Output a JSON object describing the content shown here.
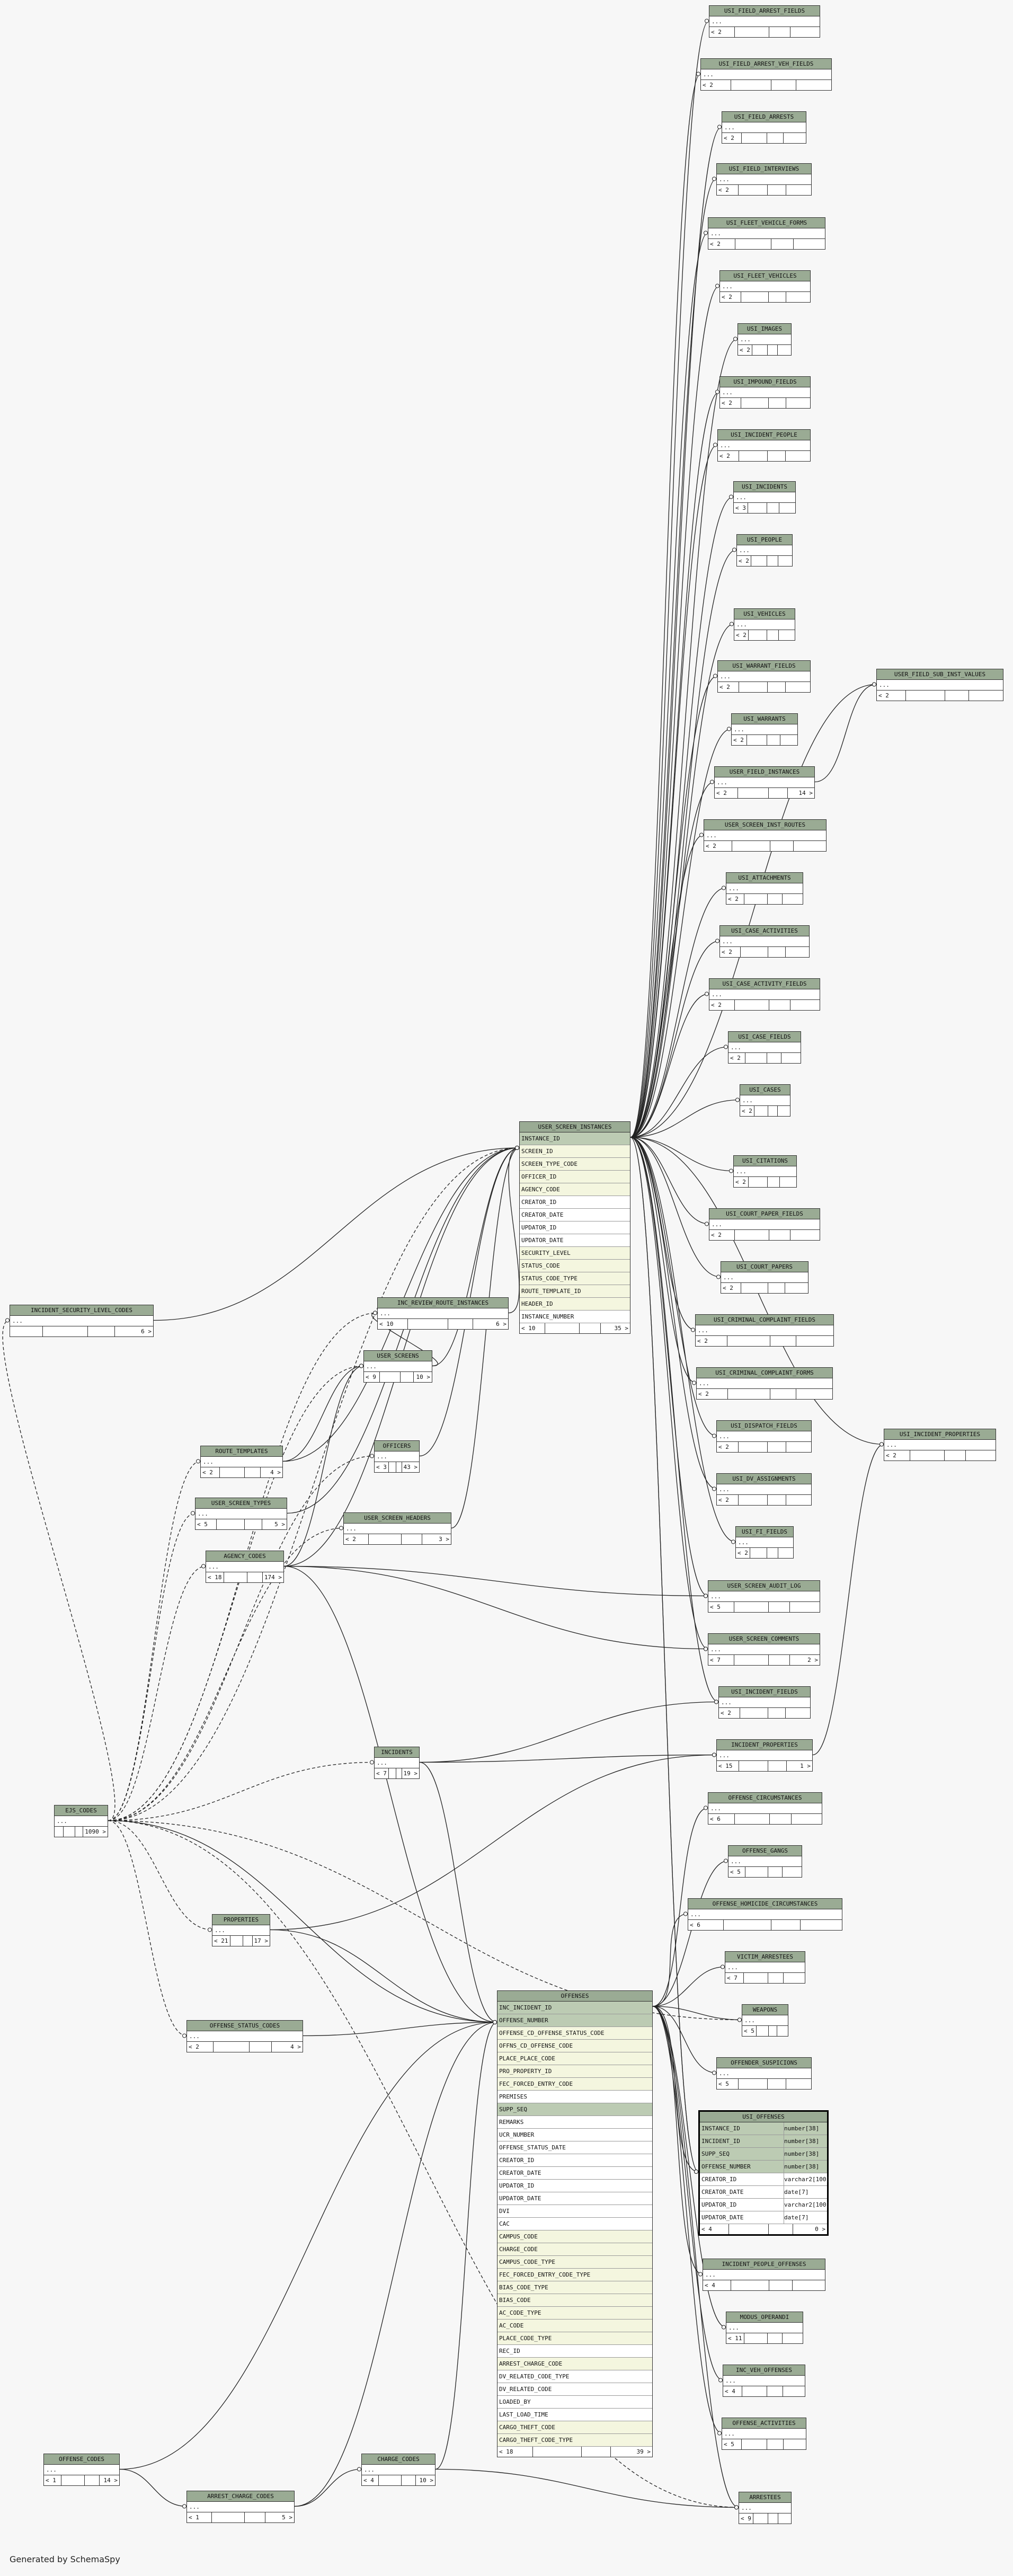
{
  "footer": "Generated by SchemaSpy",
  "focus_table": {
    "name": "USI_OFFENSES",
    "columns": [
      {
        "name": "INSTANCE_ID",
        "type": "number[38]",
        "kind": "pk"
      },
      {
        "name": "INCIDENT_ID",
        "type": "number[38]",
        "kind": "pk"
      },
      {
        "name": "SUPP_SEQ",
        "type": "number[38]",
        "kind": "pk"
      },
      {
        "name": "OFFENSE_NUMBER",
        "type": "number[38]",
        "kind": "pk"
      },
      {
        "name": "CREATOR_ID",
        "type": "varchar2[100]",
        "kind": "plain"
      },
      {
        "name": "CREATOR_DATE",
        "type": "date[7]",
        "kind": "plain"
      },
      {
        "name": "UPDATOR_ID",
        "type": "varchar2[100]",
        "kind": "plain"
      },
      {
        "name": "UPDATOR_DATE",
        "type": "date[7]",
        "kind": "plain"
      }
    ],
    "counts": [
      "< 4",
      "0 >"
    ]
  },
  "offenses": {
    "name": "OFFENSES",
    "columns": [
      {
        "name": "INC_INCIDENT_ID",
        "kind": "pk"
      },
      {
        "name": "OFFENSE_NUMBER",
        "kind": "pk"
      },
      {
        "name": "OFFENSE_CD_OFFENSE_STATUS_CODE",
        "kind": "fk"
      },
      {
        "name": "OFFNS_CD_OFFENSE_CODE",
        "kind": "fk"
      },
      {
        "name": "PLACE_PLACE_CODE",
        "kind": "fk"
      },
      {
        "name": "PRO_PROPERTY_ID",
        "kind": "fk"
      },
      {
        "name": "FEC_FORCED_ENTRY_CODE",
        "kind": "fk"
      },
      {
        "name": "PREMISES",
        "kind": "plain"
      },
      {
        "name": "SUPP_SEQ",
        "kind": "pk"
      },
      {
        "name": "REMARKS",
        "kind": "plain"
      },
      {
        "name": "UCR_NUMBER",
        "kind": "plain"
      },
      {
        "name": "OFFENSE_STATUS_DATE",
        "kind": "plain"
      },
      {
        "name": "CREATOR_ID",
        "kind": "plain"
      },
      {
        "name": "CREATOR_DATE",
        "kind": "plain"
      },
      {
        "name": "UPDATOR_ID",
        "kind": "plain"
      },
      {
        "name": "UPDATOR_DATE",
        "kind": "plain"
      },
      {
        "name": "DVI",
        "kind": "plain"
      },
      {
        "name": "CAC",
        "kind": "plain"
      },
      {
        "name": "CAMPUS_CODE",
        "kind": "fk"
      },
      {
        "name": "CHARGE_CODE",
        "kind": "fk"
      },
      {
        "name": "CAMPUS_CODE_TYPE",
        "kind": "fk"
      },
      {
        "name": "FEC_FORCED_ENTRY_CODE_TYPE",
        "kind": "fk"
      },
      {
        "name": "BIAS_CODE_TYPE",
        "kind": "fk"
      },
      {
        "name": "BIAS_CODE",
        "kind": "fk"
      },
      {
        "name": "AC_CODE_TYPE",
        "kind": "fk"
      },
      {
        "name": "AC_CODE",
        "kind": "fk"
      },
      {
        "name": "PLACE_CODE_TYPE",
        "kind": "fk"
      },
      {
        "name": "REC_ID",
        "kind": "plain"
      },
      {
        "name": "ARREST_CHARGE_CODE",
        "kind": "fk"
      },
      {
        "name": "DV_RELATED_CODE_TYPE",
        "kind": "plain"
      },
      {
        "name": "DV_RELATED_CODE",
        "kind": "plain"
      },
      {
        "name": "LOADED_BY",
        "kind": "plain"
      },
      {
        "name": "LAST_LOAD_TIME",
        "kind": "plain"
      },
      {
        "name": "CARGO_THEFT_CODE",
        "kind": "fk"
      },
      {
        "name": "CARGO_THEFT_CODE_TYPE",
        "kind": "fk"
      }
    ],
    "counts": [
      "< 18",
      "39 >"
    ]
  },
  "user_screen_instances": {
    "name": "USER_SCREEN_INSTANCES",
    "columns": [
      {
        "name": "INSTANCE_ID",
        "kind": "pk"
      },
      {
        "name": "SCREEN_ID",
        "kind": "fk"
      },
      {
        "name": "SCREEN_TYPE_CODE",
        "kind": "fk"
      },
      {
        "name": "OFFICER_ID",
        "kind": "fk"
      },
      {
        "name": "AGENCY_CODE",
        "kind": "fk"
      },
      {
        "name": "CREATOR_ID",
        "kind": "plain"
      },
      {
        "name": "CREATOR_DATE",
        "kind": "plain"
      },
      {
        "name": "UPDATOR_ID",
        "kind": "plain"
      },
      {
        "name": "UPDATOR_DATE",
        "kind": "plain"
      },
      {
        "name": "SECURITY_LEVEL",
        "kind": "fk"
      },
      {
        "name": "STATUS_CODE",
        "kind": "fk"
      },
      {
        "name": "STATUS_CODE_TYPE",
        "kind": "fk"
      },
      {
        "name": "ROUTE_TEMPLATE_ID",
        "kind": "fk"
      },
      {
        "name": "HEADER_ID",
        "kind": "fk"
      },
      {
        "name": "INSTANCE_NUMBER",
        "kind": "plain"
      }
    ],
    "counts": [
      "< 10",
      "35 >"
    ]
  },
  "tables": [
    {
      "name": "USI_FIELD_ARREST_FIELDS",
      "counts": [
        "< 2",
        ""
      ]
    },
    {
      "name": "USI_FIELD_ARREST_VEH_FIELDS",
      "counts": [
        "< 2",
        ""
      ]
    },
    {
      "name": "USI_FIELD_ARRESTS",
      "counts": [
        "< 2",
        ""
      ]
    },
    {
      "name": "USI_FIELD_INTERVIEWS",
      "counts": [
        "< 2",
        ""
      ]
    },
    {
      "name": "USI_FLEET_VEHICLE_FORMS",
      "counts": [
        "< 2",
        ""
      ]
    },
    {
      "name": "USI_FLEET_VEHICLES",
      "counts": [
        "< 2",
        ""
      ]
    },
    {
      "name": "USI_IMAGES",
      "counts": [
        "< 2",
        ""
      ]
    },
    {
      "name": "USI_IMPOUND_FIELDS",
      "counts": [
        "< 2",
        ""
      ]
    },
    {
      "name": "USI_INCIDENT_PEOPLE",
      "counts": [
        "< 2",
        ""
      ]
    },
    {
      "name": "USI_INCIDENTS",
      "counts": [
        "< 3",
        ""
      ]
    },
    {
      "name": "USI_PEOPLE",
      "counts": [
        "< 2",
        ""
      ]
    },
    {
      "name": "USI_VEHICLES",
      "counts": [
        "< 2",
        ""
      ]
    },
    {
      "name": "USI_WARRANT_FIELDS",
      "counts": [
        "< 2",
        ""
      ]
    },
    {
      "name": "USI_WARRANTS",
      "counts": [
        "< 2",
        ""
      ]
    },
    {
      "name": "USER_FIELD_INSTANCES",
      "counts": [
        "< 2",
        "14 >"
      ]
    },
    {
      "name": "USER_FIELD_SUB_INST_VALUES",
      "counts": [
        "< 2",
        ""
      ]
    },
    {
      "name": "USER_SCREEN_INST_ROUTES",
      "counts": [
        "< 2",
        ""
      ]
    },
    {
      "name": "USI_ATTACHMENTS",
      "counts": [
        "< 2",
        ""
      ]
    },
    {
      "name": "USI_CASE_ACTIVITIES",
      "counts": [
        "< 2",
        ""
      ]
    },
    {
      "name": "USI_CASE_ACTIVITY_FIELDS",
      "counts": [
        "< 2",
        ""
      ]
    },
    {
      "name": "USI_CASE_FIELDS",
      "counts": [
        "< 2",
        ""
      ]
    },
    {
      "name": "USI_CASES",
      "counts": [
        "< 2",
        ""
      ]
    },
    {
      "name": "USI_CITATIONS",
      "counts": [
        "< 2",
        ""
      ]
    },
    {
      "name": "USI_COURT_PAPER_FIELDS",
      "counts": [
        "< 2",
        ""
      ]
    },
    {
      "name": "USI_COURT_PAPERS",
      "counts": [
        "< 2",
        ""
      ]
    },
    {
      "name": "USI_CRIMINAL_COMPLAINT_FIELDS",
      "counts": [
        "< 2",
        ""
      ]
    },
    {
      "name": "USI_CRIMINAL_COMPLAINT_FORMS",
      "counts": [
        "< 2",
        ""
      ]
    },
    {
      "name": "USI_DISPATCH_FIELDS",
      "counts": [
        "< 2",
        ""
      ]
    },
    {
      "name": "USI_DV_ASSIGNMENTS",
      "counts": [
        "< 2",
        ""
      ]
    },
    {
      "name": "USI_FI_FIELDS",
      "counts": [
        "< 2",
        ""
      ]
    },
    {
      "name": "USI_INCIDENT_PROPERTIES",
      "counts": [
        "< 2",
        ""
      ]
    },
    {
      "name": "USER_SCREEN_AUDIT_LOG",
      "counts": [
        "< 5",
        ""
      ]
    },
    {
      "name": "USER_SCREEN_COMMENTS",
      "counts": [
        "< 7",
        "2 >"
      ]
    },
    {
      "name": "USI_INCIDENT_FIELDS",
      "counts": [
        "< 2",
        ""
      ]
    },
    {
      "name": "INCIDENT_PROPERTIES",
      "counts": [
        "< 15",
        "1 >"
      ]
    },
    {
      "name": "OFFENSE_CIRCUMSTANCES",
      "counts": [
        "< 6",
        ""
      ]
    },
    {
      "name": "OFFENSE_GANGS",
      "counts": [
        "< 5",
        ""
      ]
    },
    {
      "name": "OFFENSE_HOMICIDE_CIRCUMSTANCES",
      "counts": [
        "< 6",
        ""
      ]
    },
    {
      "name": "VICTIM_ARRESTEES",
      "counts": [
        "< 7",
        ""
      ]
    },
    {
      "name": "WEAPONS",
      "counts": [
        "< 5",
        ""
      ]
    },
    {
      "name": "OFFENDER_SUSPICIONS",
      "counts": [
        "< 5",
        ""
      ]
    },
    {
      "name": "INCIDENT_PEOPLE_OFFENSES",
      "counts": [
        "< 4",
        ""
      ]
    },
    {
      "name": "MODUS_OPERANDI",
      "counts": [
        "< 11",
        ""
      ]
    },
    {
      "name": "INC_VEH_OFFENSES",
      "counts": [
        "< 4",
        ""
      ]
    },
    {
      "name": "OFFENSE_ACTIVITIES",
      "counts": [
        "< 5",
        ""
      ]
    },
    {
      "name": "ARRESTEES",
      "counts": [
        "< 9",
        ""
      ]
    },
    {
      "name": "INCIDENT_SECURITY_LEVEL_CODES",
      "counts": [
        "",
        "6 >"
      ]
    },
    {
      "name": "INC_REVIEW_ROUTE_INSTANCES",
      "counts": [
        "< 10",
        "6 >"
      ]
    },
    {
      "name": "USER_SCREENS",
      "counts": [
        "< 9",
        "10 >"
      ]
    },
    {
      "name": "ROUTE_TEMPLATES",
      "counts": [
        "< 2",
        "4 >"
      ]
    },
    {
      "name": "OFFICERS",
      "counts": [
        "< 3",
        "43 >"
      ]
    },
    {
      "name": "USER_SCREEN_TYPES",
      "counts": [
        "< 5",
        "5 >"
      ]
    },
    {
      "name": "USER_SCREEN_HEADERS",
      "counts": [
        "< 2",
        "3 >"
      ]
    },
    {
      "name": "AGENCY_CODES",
      "counts": [
        "< 18",
        "174 >"
      ]
    },
    {
      "name": "INCIDENTS",
      "counts": [
        "< 7",
        "19 >"
      ]
    },
    {
      "name": "EJS_CODES",
      "counts": [
        "",
        "1090 >"
      ]
    },
    {
      "name": "PROPERTIES",
      "counts": [
        "< 21",
        "17 >"
      ]
    },
    {
      "name": "OFFENSE_STATUS_CODES",
      "counts": [
        "< 2",
        "4 >"
      ]
    },
    {
      "name": "OFFENSE_CODES",
      "counts": [
        "< 1",
        "14 >"
      ]
    },
    {
      "name": "CHARGE_CODES",
      "counts": [
        "< 4",
        "10 >"
      ]
    },
    {
      "name": "ARREST_CHARGE_CODES",
      "counts": [
        "< 1",
        "5 >"
      ]
    }
  ]
}
